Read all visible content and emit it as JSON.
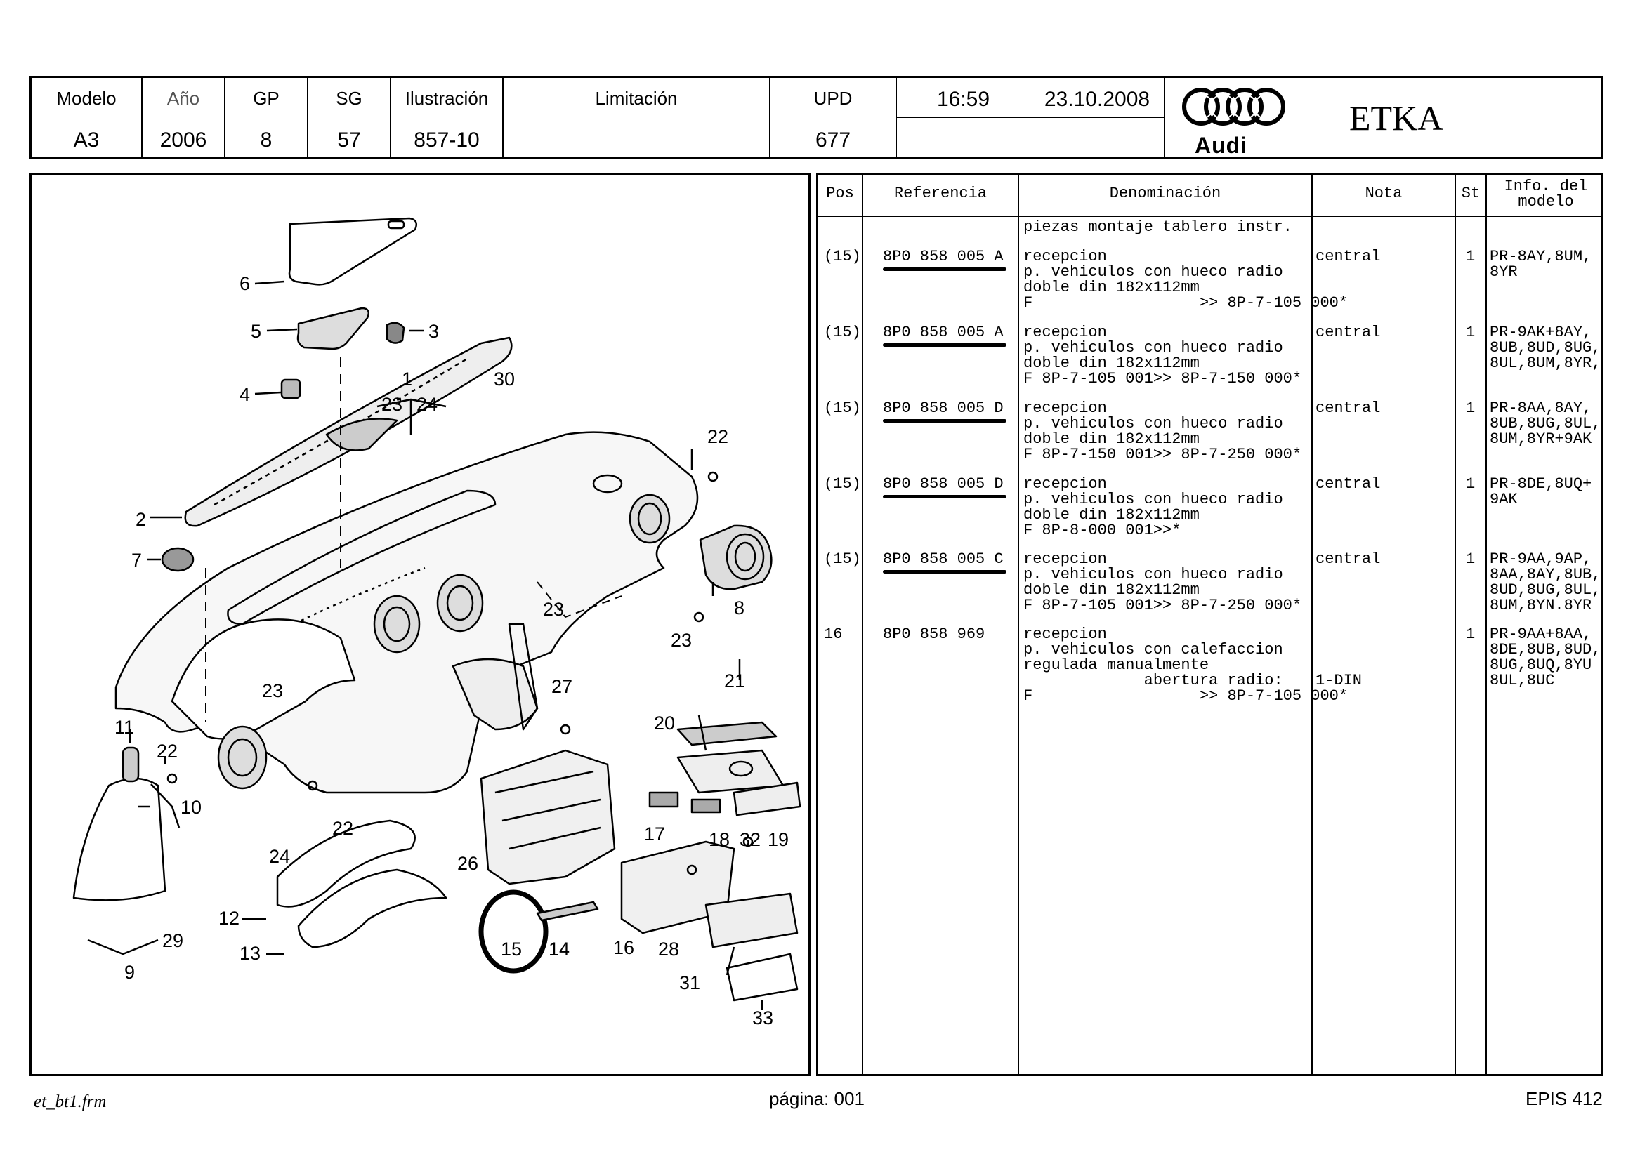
{
  "header": {
    "cells": [
      {
        "label": "Modelo",
        "value": "A3"
      },
      {
        "label": "Año",
        "value": "2006"
      },
      {
        "label": "GP",
        "value": "8"
      },
      {
        "label": "SG",
        "value": "57"
      },
      {
        "label": "Ilustración",
        "value": "857-10"
      },
      {
        "label": "Limitación",
        "value": ""
      },
      {
        "label": "UPD",
        "value": "677"
      }
    ],
    "time": "16:59",
    "date": "23.10.2008",
    "brand": "Audi",
    "app_name": "ETKA"
  },
  "diagram": {
    "labels": [
      "1",
      "2",
      "3",
      "4",
      "5",
      "6",
      "7",
      "8",
      "9",
      "10",
      "11",
      "12",
      "13",
      "14",
      "15",
      "16",
      "17",
      "18",
      "19",
      "20",
      "21",
      "22",
      "22",
      "22",
      "23",
      "23",
      "23",
      "24",
      "24",
      "26",
      "27",
      "28",
      "29",
      "30",
      "31",
      "32",
      "33"
    ],
    "highlighted_part": "15"
  },
  "table": {
    "columns": [
      "Pos",
      "Referencia",
      "Denominación",
      "Nota",
      "St",
      "Info. del modelo"
    ],
    "section_title": "piezas montaje tablero instr.",
    "rows": [
      {
        "pos": "(15)",
        "ref": "8P0 858 005 A",
        "underlined": true,
        "desc": [
          "recepcion",
          "p. vehiculos con hueco radio",
          "doble din 182x112mm",
          "F                  >> 8P-7-105 000*"
        ],
        "nota": [
          "central"
        ],
        "st": "1",
        "info": [
          "PR-8AY,8UM,",
          "8YR"
        ]
      },
      {
        "pos": "(15)",
        "ref": "8P0 858 005 A",
        "underlined": true,
        "desc": [
          "recepcion",
          "p. vehiculos con hueco radio",
          "doble din 182x112mm",
          "F 8P-7-105 001>> 8P-7-150 000*"
        ],
        "nota": [
          "central"
        ],
        "st": "1",
        "info": [
          "PR-9AK+8AY,",
          "8UB,8UD,8UG,",
          "8UL,8UM,8YR,"
        ]
      },
      {
        "pos": "(15)",
        "ref": "8P0 858 005 D",
        "underlined": true,
        "desc": [
          "recepcion",
          "p. vehiculos con hueco radio",
          "doble din 182x112mm",
          "F 8P-7-150 001>> 8P-7-250 000*"
        ],
        "nota": [
          "central"
        ],
        "st": "1",
        "info": [
          "PR-8AA,8AY,",
          "8UB,8UG,8UL,",
          "8UM,8YR+9AK"
        ]
      },
      {
        "pos": "(15)",
        "ref": "8P0 858 005 D",
        "underlined": true,
        "desc": [
          "recepcion",
          "p. vehiculos con hueco radio",
          "doble din 182x112mm",
          "F 8P-8-000 001>>*"
        ],
        "nota": [
          "central"
        ],
        "st": "1",
        "info": [
          "PR-8DE,8UQ+",
          "9AK"
        ]
      },
      {
        "pos": "(15)",
        "ref": "8P0 858 005 C",
        "underlined": true,
        "desc": [
          "recepcion",
          "p. vehiculos con hueco radio",
          "doble din 182x112mm",
          "F 8P-7-105 001>> 8P-7-250 000*"
        ],
        "nota": [
          "central"
        ],
        "st": "1",
        "info": [
          "PR-9AA,9AP,",
          "8AA,8AY,8UB,",
          "8UD,8UG,8UL,",
          "8UM,8YN.8YR"
        ]
      },
      {
        "pos": "16",
        "ref": "8P0 858 969",
        "underlined": false,
        "desc": [
          "recepcion",
          "p. vehiculos con calefaccion",
          "regulada manualmente",
          "             abertura radio:",
          "F                  >> 8P-7-105 000*"
        ],
        "nota": [
          "",
          "",
          "",
          "1-DIN"
        ],
        "st": "1",
        "info": [
          "PR-9AA+8AA,",
          "8DE,8UB,8UD,",
          "8UG,8UQ,8YU",
          "8UL,8UC"
        ]
      }
    ]
  },
  "footer": {
    "form": "et_bt1.frm",
    "page": "página: 001",
    "epis": "EPIS 412"
  }
}
